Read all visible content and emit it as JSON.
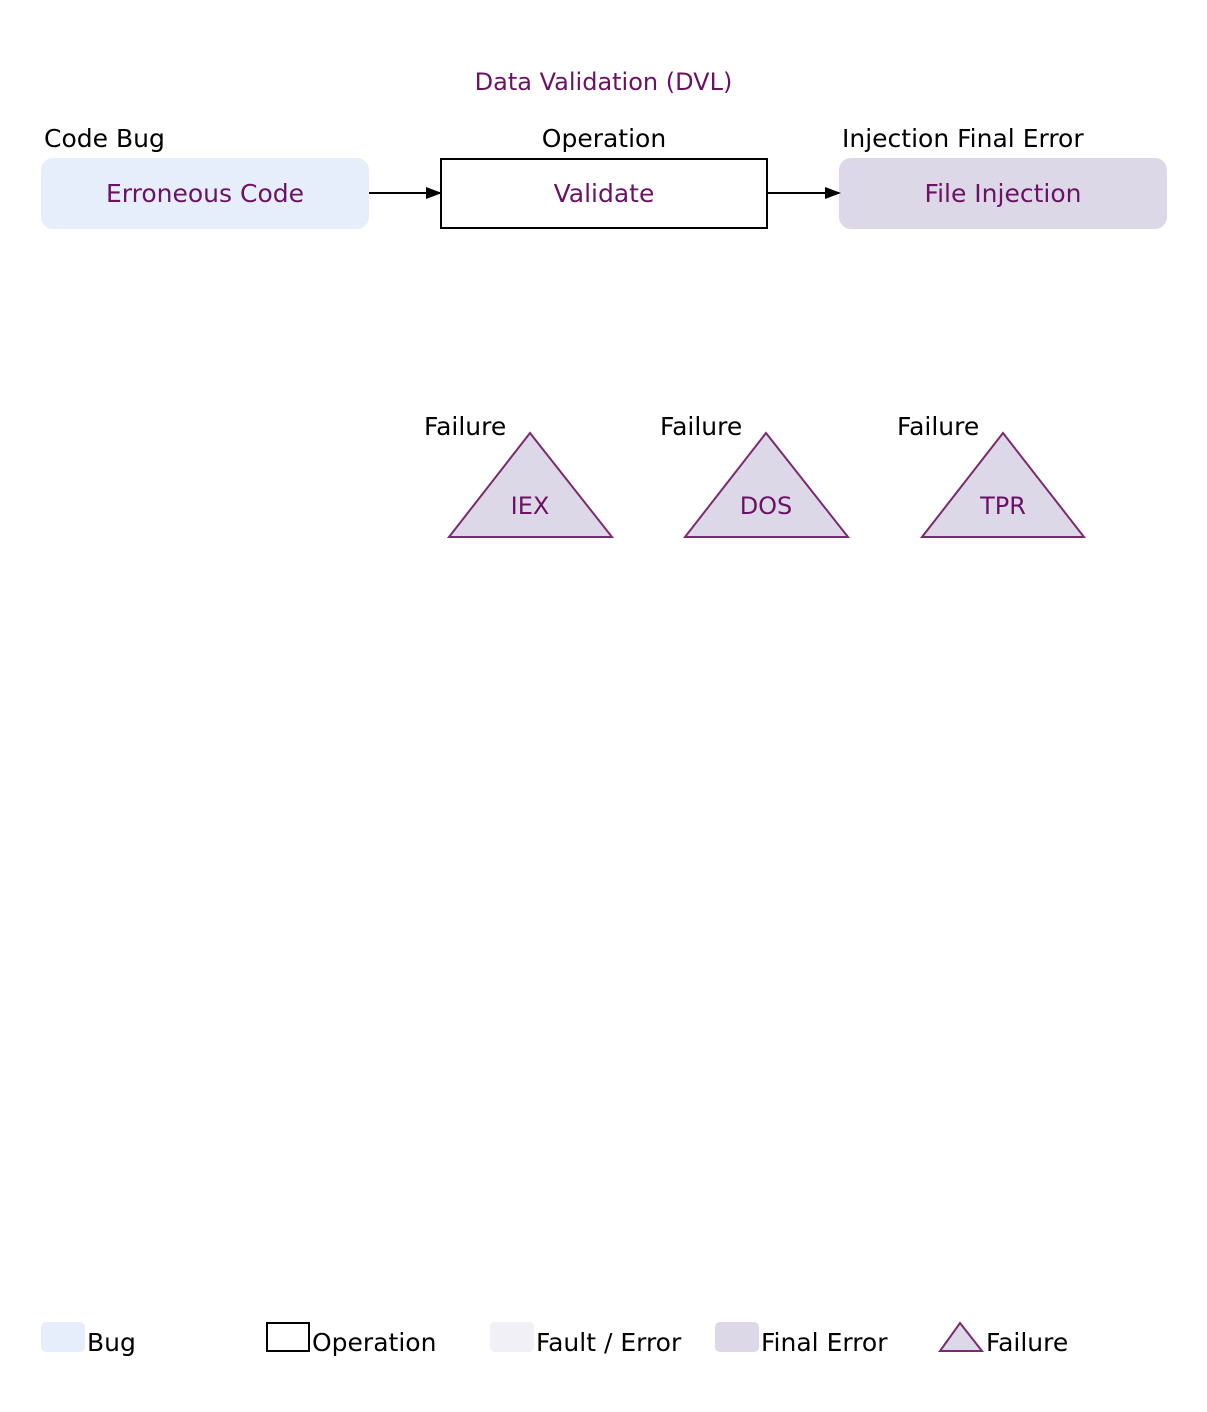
{
  "colors": {
    "accent_text": "#6b1265",
    "bug_fill": "#e6eefb",
    "fault_fill": "#f2f0f7",
    "final_fill": "#dcd8e8",
    "failure_stroke": "#7a2b6d",
    "failure_fill": "#ddd8e8"
  },
  "diagram": {
    "title": "Data Validation (DVL)",
    "bug": {
      "caption": "Code Bug",
      "label": "Erroneous Code"
    },
    "operation": {
      "caption": "Operation",
      "label": "Validate"
    },
    "final_error": {
      "caption": "Injection Final Error",
      "label": "File Injection"
    },
    "failures": [
      {
        "caption": "Failure",
        "label": "IEX"
      },
      {
        "caption": "Failure",
        "label": "DOS"
      },
      {
        "caption": "Failure",
        "label": "TPR"
      }
    ]
  },
  "legend": {
    "bug": "Bug",
    "operation": "Operation",
    "fault_error": "Fault / Error",
    "final_error": "Final Error",
    "failure": "Failure"
  }
}
